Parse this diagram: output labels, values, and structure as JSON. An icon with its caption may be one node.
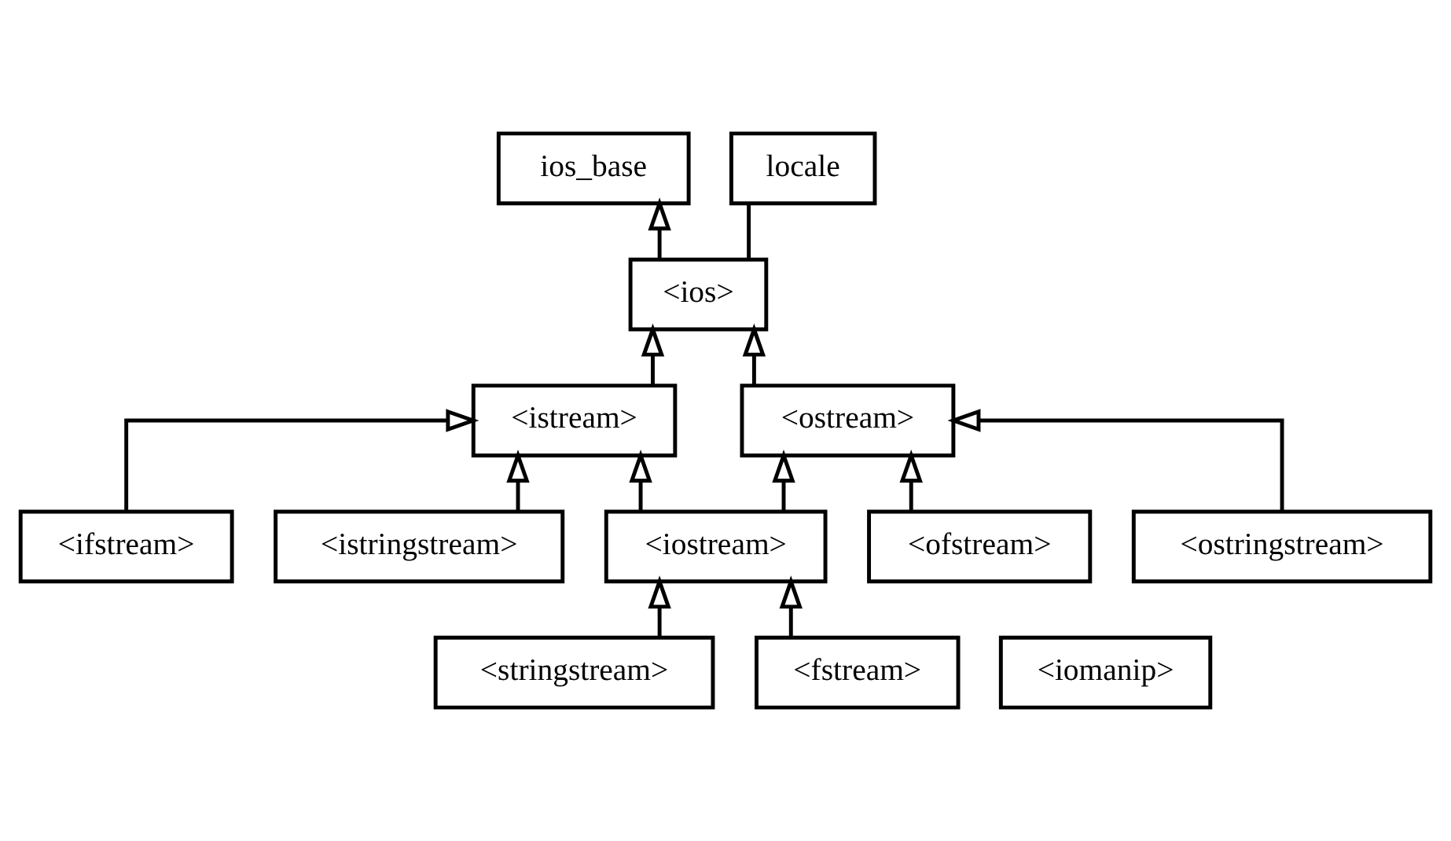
{
  "diagram": {
    "nodes": [
      {
        "text": [
          "ios_base"
        ]
      },
      {
        "text": [
          "locale"
        ]
      },
      {
        "text": [
          "<iomanip>"
        ]
      },
      {
        "text": [
          "<ios>"
        ]
      },
      {
        "text": [
          "<istream>"
        ]
      },
      {
        "text": [
          "<ostream>"
        ]
      },
      {
        "text": [
          "<ifstream>"
        ]
      },
      {
        "text": [
          "<iostream>"
        ]
      },
      {
        "text": [
          "<ofstream>"
        ]
      },
      {
        "text": [
          "<istringstream>"
        ]
      },
      {
        "text": [
          "<ostringstream>"
        ]
      },
      {
        "text": [
          "<stringstream>"
        ]
      },
      {
        "text": [
          "<fstream>"
        ]
      }
    ],
    "edges": [
      {
        "from": 3,
        "to": 0,
        "arrow": "to"
      },
      {
        "from": 3,
        "to": 1,
        "arrow": "none"
      },
      {
        "from": 4,
        "to": 3,
        "arrow": "to"
      },
      {
        "from": 5,
        "to": 3,
        "arrow": "to"
      },
      {
        "from": 6,
        "to": 4,
        "arrow": "to"
      },
      {
        "from": 9,
        "to": 4,
        "arrow": "to"
      },
      {
        "from": 7,
        "to": 4,
        "arrow": "to"
      },
      {
        "from": 7,
        "to": 5,
        "arrow": "to"
      },
      {
        "from": 10,
        "to": 5,
        "arrow": "to"
      },
      {
        "from": 8,
        "to": 5,
        "arrow": "to"
      },
      {
        "from": 11,
        "to": 7,
        "arrow": "to"
      },
      {
        "from": 12,
        "to": 7,
        "arrow": "to"
      }
    ]
  }
}
